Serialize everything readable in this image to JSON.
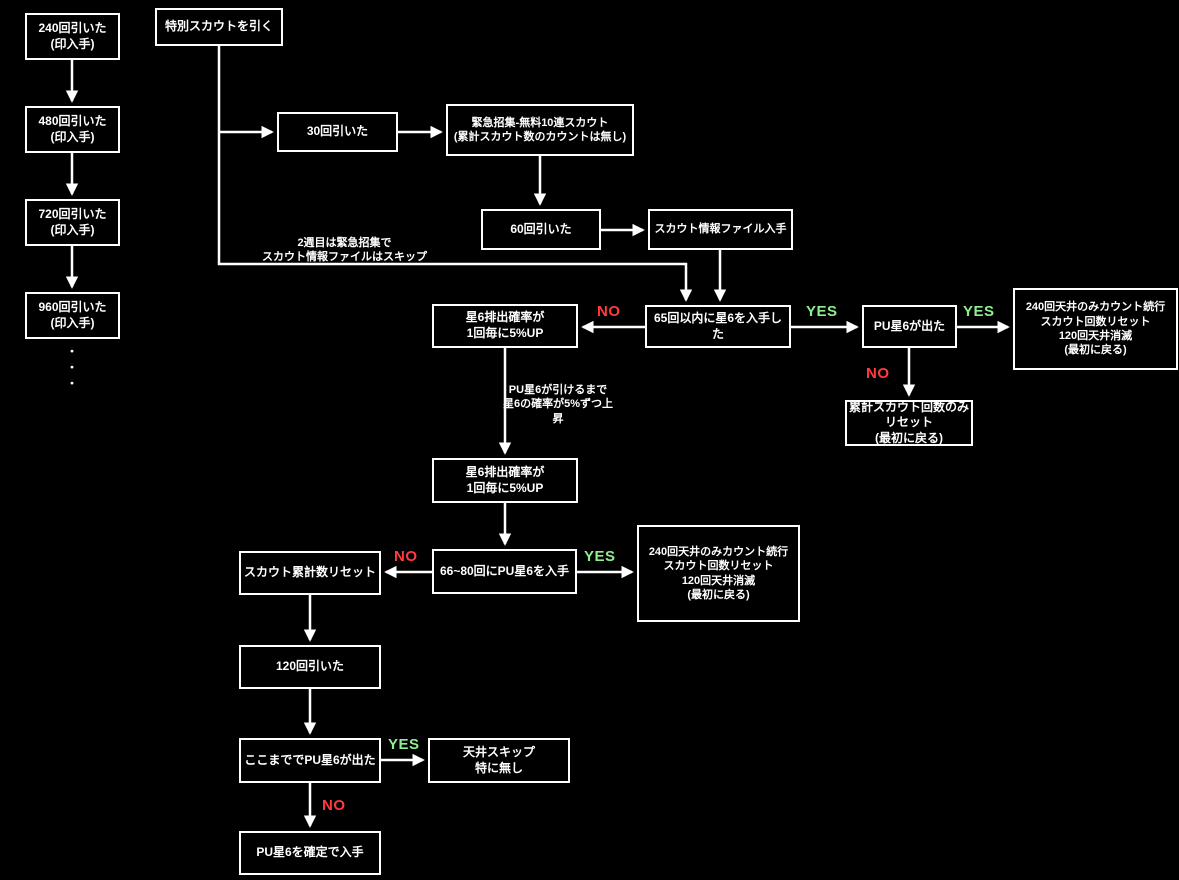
{
  "colors": {
    "yes": "#90EE90",
    "no": "#FF3B3B",
    "line": "#ffffff",
    "background": "#000000",
    "box_border": "#ffffff",
    "text": "#ffffff"
  },
  "labels": {
    "yes": "YES",
    "no": "NO"
  },
  "nodes": {
    "milestone_240": "240回引いた\n(印入手)",
    "milestone_480": "480回引いた\n(印入手)",
    "milestone_720": "720回引いた\n(印入手)",
    "milestone_960": "960回引いた\n(印入手)",
    "start": "特別スカウトを引く",
    "pulled_30": "30回引いた",
    "emergency": "緊急招集-無料10連スカウト\n(累計スカウト数のカウントは無し)",
    "pulled_60": "60回引いた",
    "scout_file": "スカウト情報ファイル入手",
    "within_65": "65回以内に星6を入手した",
    "rate_up_1": "星6排出確率が\n1回毎に5%UP",
    "pu_out": "PU星6が出た",
    "ceiling_reset_1": "240回天井のみカウント続行\nスカウト回数リセット\n120回天井消滅\n(最初に戻る)",
    "cumulative_reset": "累計スカウト回数のみ\nリセット\n(最初に戻る)",
    "rate_up_2": "星6排出確率が\n1回毎に5%UP",
    "range_66_80": "66~80回にPU星6を入手",
    "ceiling_reset_2": "240回天井のみカウント続行\nスカウト回数リセット\n120回天井消滅\n(最初に戻る)",
    "scout_count_reset": "スカウト累計数リセット",
    "pulled_120": "120回引いた",
    "pu_by_now": "ここまででPU星6が出た",
    "ceiling_skip": "天井スキップ\n特に無し",
    "pu_guaranteed": "PU星6を確定で入手"
  },
  "annotations": {
    "week2_skip": "2週目は緊急招集で\nスカウト情報ファイルはスキップ",
    "rate_up_note": "PU星6が引けるまで\n星6の確率が5%ずつ上昇",
    "ellipsis": "・\n・\n・"
  }
}
